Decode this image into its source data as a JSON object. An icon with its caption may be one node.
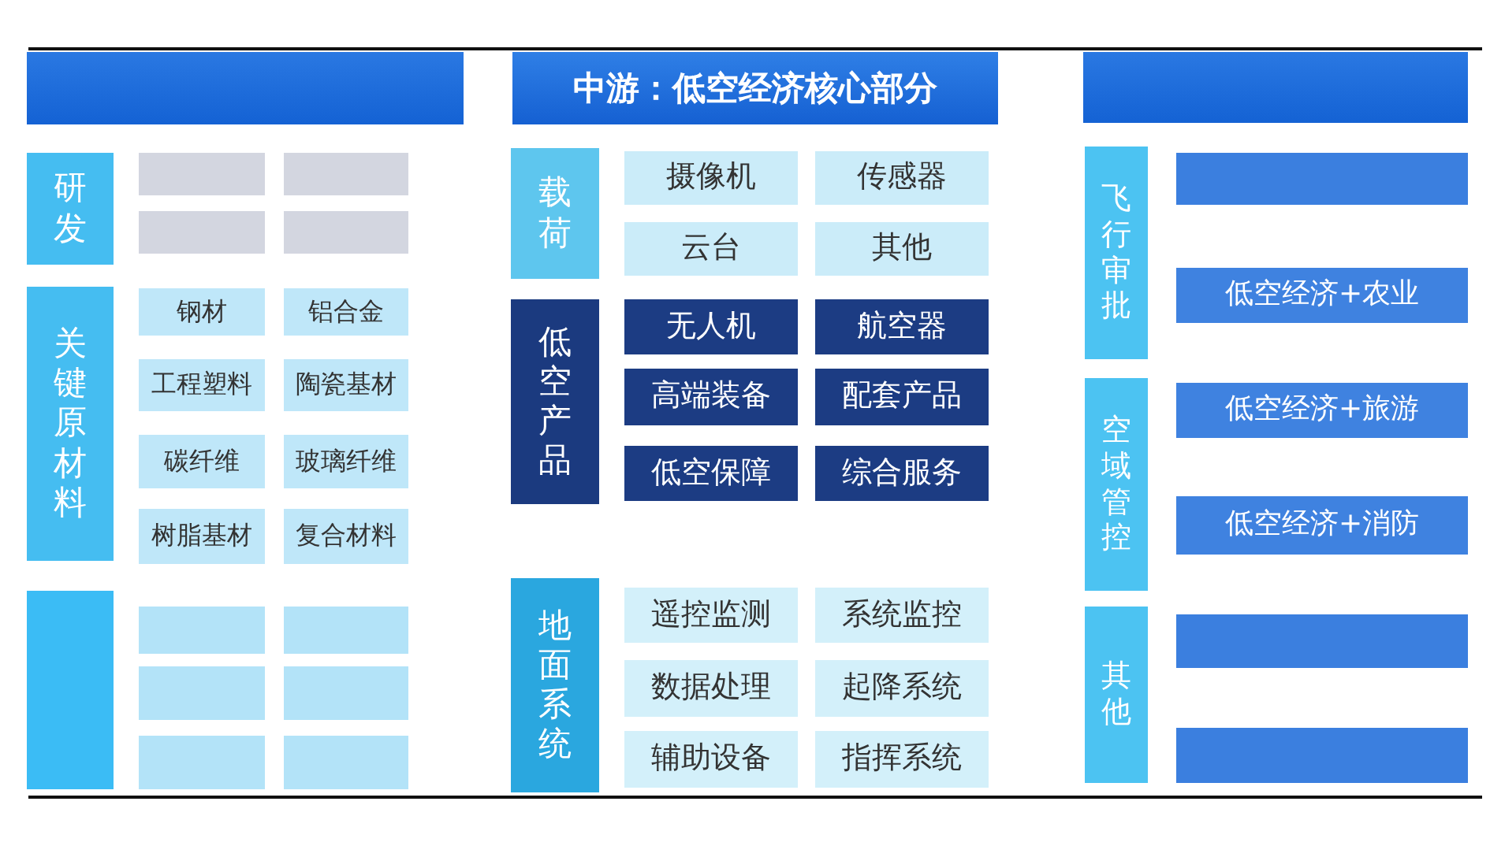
{
  "diagram": {
    "nodes": [
      {
        "text": [],
        "shape": "box"
      },
      {
        "text": [
          "研发"
        ]
      },
      {
        "text": [],
        "shape": "box"
      },
      {
        "text": [],
        "shape": "box"
      },
      {
        "text": [],
        "shape": "box"
      },
      {
        "text": [],
        "shape": "box"
      },
      {
        "text": [
          "关键原材料"
        ]
      },
      {
        "text": [
          "钢材"
        ]
      },
      {
        "text": [
          "铝合金"
        ]
      },
      {
        "text": [
          "工程塑料"
        ]
      },
      {
        "text": [
          "陶瓷基材"
        ]
      },
      {
        "text": [
          "碳纤维"
        ]
      },
      {
        "text": [
          "玻璃纤维"
        ]
      },
      {
        "text": [
          "树脂基材"
        ]
      },
      {
        "text": [
          "复合材料"
        ]
      },
      {
        "text": [],
        "shape": "box"
      },
      {
        "text": [],
        "shape": "box"
      },
      {
        "text": [],
        "shape": "box"
      },
      {
        "text": [],
        "shape": "box"
      },
      {
        "text": [],
        "shape": "box"
      },
      {
        "text": [],
        "shape": "box"
      },
      {
        "text": [],
        "shape": "box"
      },
      {
        "text": [
          "中游：低空经济核心部分"
        ]
      },
      {
        "text": [
          "载荷"
        ]
      },
      {
        "text": [
          "摄像机"
        ]
      },
      {
        "text": [
          "传感器"
        ]
      },
      {
        "text": [
          "云台"
        ]
      },
      {
        "text": [
          "其他"
        ]
      },
      {
        "text": [
          "低空产品"
        ]
      },
      {
        "text": [
          "无人机"
        ]
      },
      {
        "text": [
          "航空器"
        ]
      },
      {
        "text": [
          "高端装备"
        ]
      },
      {
        "text": [
          "配套产品"
        ]
      },
      {
        "text": [
          "低空保障"
        ]
      },
      {
        "text": [
          "综合服务"
        ]
      },
      {
        "text": [
          "地面系统"
        ]
      },
      {
        "text": [
          "遥控监测"
        ]
      },
      {
        "text": [
          "系统监控"
        ]
      },
      {
        "text": [
          "数据处理"
        ]
      },
      {
        "text": [
          "起降系统"
        ]
      },
      {
        "text": [
          "辅助设备"
        ]
      },
      {
        "text": [
          "指挥系统"
        ]
      },
      {
        "text": [],
        "shape": "box"
      },
      {
        "text": [
          "飞行审批"
        ]
      },
      {
        "text": [],
        "shape": "box"
      },
      {
        "text": [
          "低空经济+农业"
        ]
      },
      {
        "text": [
          "空域管控"
        ]
      },
      {
        "text": [
          "低空经济+旅游"
        ]
      },
      {
        "text": [
          "低空经济+消防"
        ]
      },
      {
        "text": [
          "其他"
        ]
      },
      {
        "text": [],
        "shape": "box"
      },
      {
        "text": [],
        "shape": "box"
      }
    ]
  }
}
